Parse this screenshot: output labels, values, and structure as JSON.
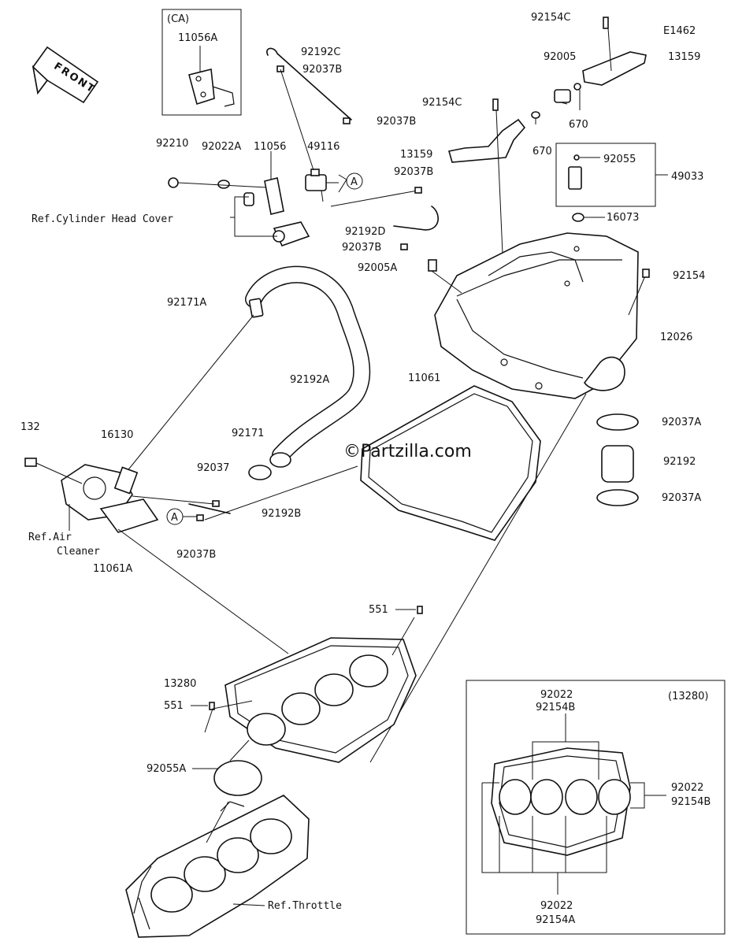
{
  "diagram_code": "E1462",
  "watermark": "©Partzilla.com",
  "front_label": "FRONT",
  "ca_label": "(CA)",
  "inset_label": "(13280)",
  "circle_marker": "A",
  "references": {
    "cylinder_head_cover": "Ref.Cylinder Head Cover",
    "air_cleaner_line1": "Ref.Air",
    "air_cleaner_line2": "Cleaner",
    "throttle": "Ref.Throttle"
  },
  "part_labels": [
    "11056A",
    "92192C",
    "92037B",
    "92037B",
    "92154C",
    "E1462",
    "13159",
    "92005",
    "92154C",
    "670",
    "670",
    "13159",
    "92210",
    "92022A",
    "11056",
    "49116",
    "92037B",
    "92055",
    "49033",
    "16073",
    "92192D",
    "92037B",
    "92005A",
    "92154",
    "92171A",
    "12026",
    "92192A",
    "11061",
    "92037A",
    "132",
    "16130",
    "92171",
    "92192",
    "92037",
    "92037A",
    "92192B",
    "92037B",
    "11061A",
    "551",
    "13280",
    "551",
    "92055A",
    "92022",
    "92154B",
    "92022",
    "92154B",
    "92022",
    "92154A"
  ]
}
